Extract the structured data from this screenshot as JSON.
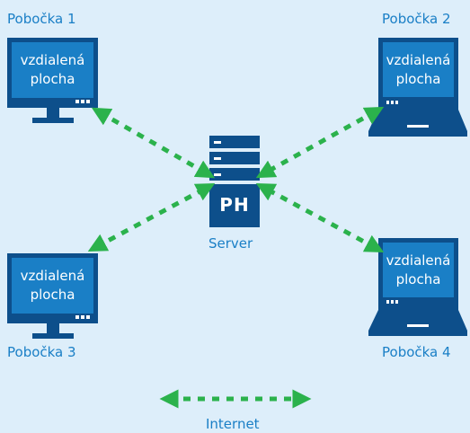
{
  "branches": [
    {
      "label": "Pobočka 1",
      "device": "monitor",
      "screen_text": [
        "vzdialená",
        "plocha"
      ]
    },
    {
      "label": "Pobočka 2",
      "device": "laptop",
      "screen_text": [
        "vzdialená",
        "plocha"
      ]
    },
    {
      "label": "Pobočka 3",
      "device": "monitor",
      "screen_text": [
        "vzdialená",
        "plocha"
      ]
    },
    {
      "label": "Pobočka 4",
      "device": "laptop",
      "screen_text": [
        "vzdialená",
        "plocha"
      ]
    }
  ],
  "server": {
    "label": "Server",
    "badge": "PH"
  },
  "legend": {
    "label": "Internet"
  },
  "colors": {
    "background": "#ddeefa",
    "device": "#0d4f8b",
    "screen": "#1a7fc6",
    "arrow": "#2bb24c",
    "label": "#1a7fc6"
  }
}
